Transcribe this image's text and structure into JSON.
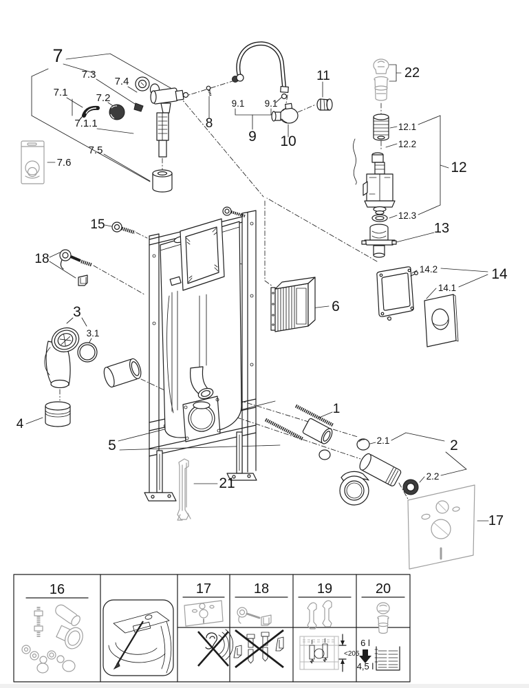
{
  "colors": {
    "line": "#1d1d1d",
    "grey_accessory": "#9e9e9e",
    "dark_part": "#3c3c3c",
    "page_bg": "#ffffff",
    "footer_band": "#f0f0f0"
  },
  "diagram": {
    "labels": {
      "l7": "7",
      "l7_1": "7.1",
      "l7_1_1": "7.1.1",
      "l7_2": "7.2",
      "l7_3": "7.3",
      "l7_4": "7.4",
      "l7_5": "7.5",
      "l7_6": "7.6",
      "l8": "8",
      "l9": "9",
      "l9_1a": "9.1",
      "l9_1b": "9.1",
      "l10": "10",
      "l11": "11",
      "l22": "22",
      "l12": "12",
      "l12_1": "12.1",
      "l12_2": "12.2",
      "l12_3": "12.3",
      "l13": "13",
      "l14": "14",
      "l14_1": "14.1",
      "l14_2": "14.2",
      "l15": "15",
      "l18": "18",
      "l3": "3",
      "l3_1": "3.1",
      "l4": "4",
      "l5": "5",
      "l6": "6",
      "l21": "21",
      "l1": "1",
      "l2": "2",
      "l2_1": "2.1",
      "l2_2": "2.2",
      "l17": "17"
    }
  },
  "table": {
    "cell_numbers": [
      "16",
      "17",
      "18",
      "19",
      "20"
    ],
    "dim_text": "<205",
    "full_flush": "6 l",
    "reduced_flush": "4,5 l"
  }
}
